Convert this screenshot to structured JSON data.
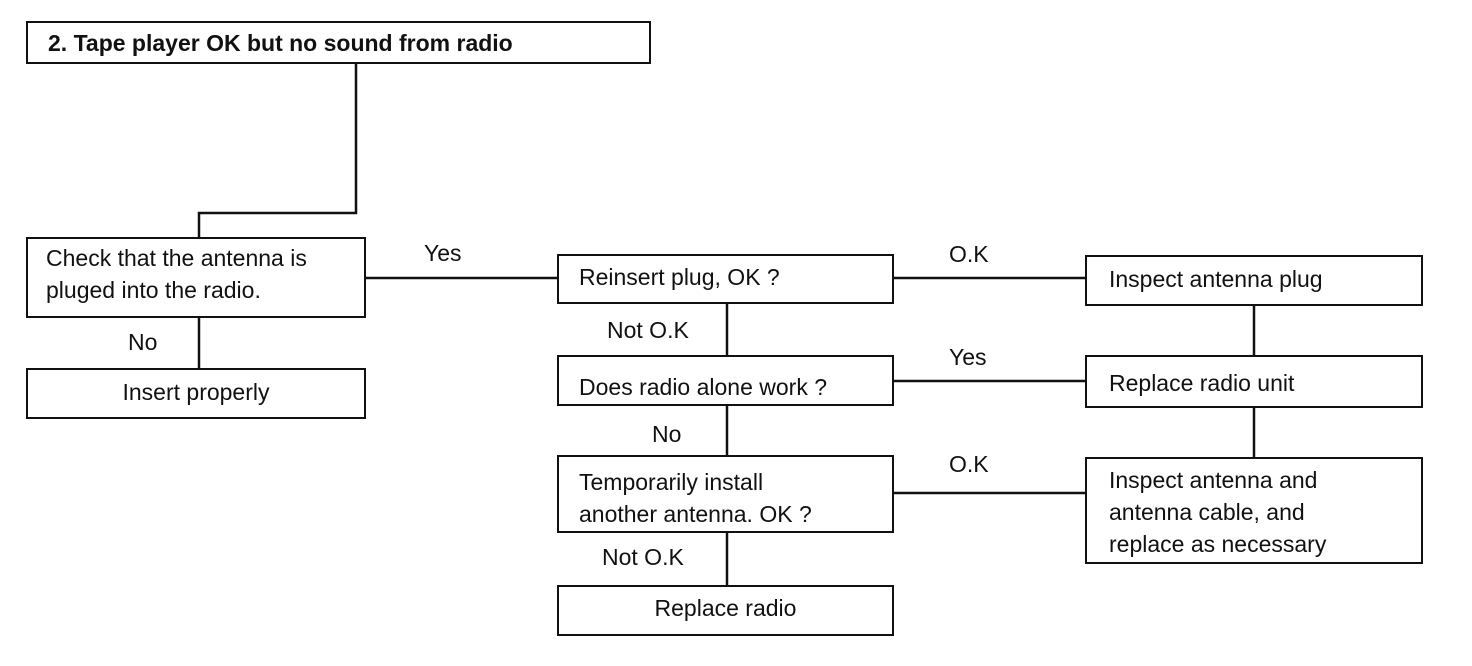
{
  "title": "2. Tape player OK but no sound from radio",
  "nodes": {
    "check_antenna": "Check that the antenna is\npluged into the radio.",
    "insert_properly": "Insert properly",
    "reinsert_plug": "Reinsert plug, OK ?",
    "radio_alone": "Does radio alone work ?",
    "temp_antenna": "Temporarily install\nanother antenna. OK ?",
    "replace_radio": "Replace radio",
    "inspect_plug": "Inspect antenna plug",
    "replace_unit": "Replace radio unit",
    "inspect_cable": "Inspect antenna and\nantenna cable, and\nreplace as necessary"
  },
  "edge_labels": {
    "check_no": "No",
    "check_yes": "Yes",
    "reinsert_ok": "O.K",
    "reinsert_not_ok": "Not O.K",
    "radio_alone_yes": "Yes",
    "radio_alone_no": "No",
    "temp_ok": "O.K",
    "temp_not_ok": "Not O.K"
  }
}
